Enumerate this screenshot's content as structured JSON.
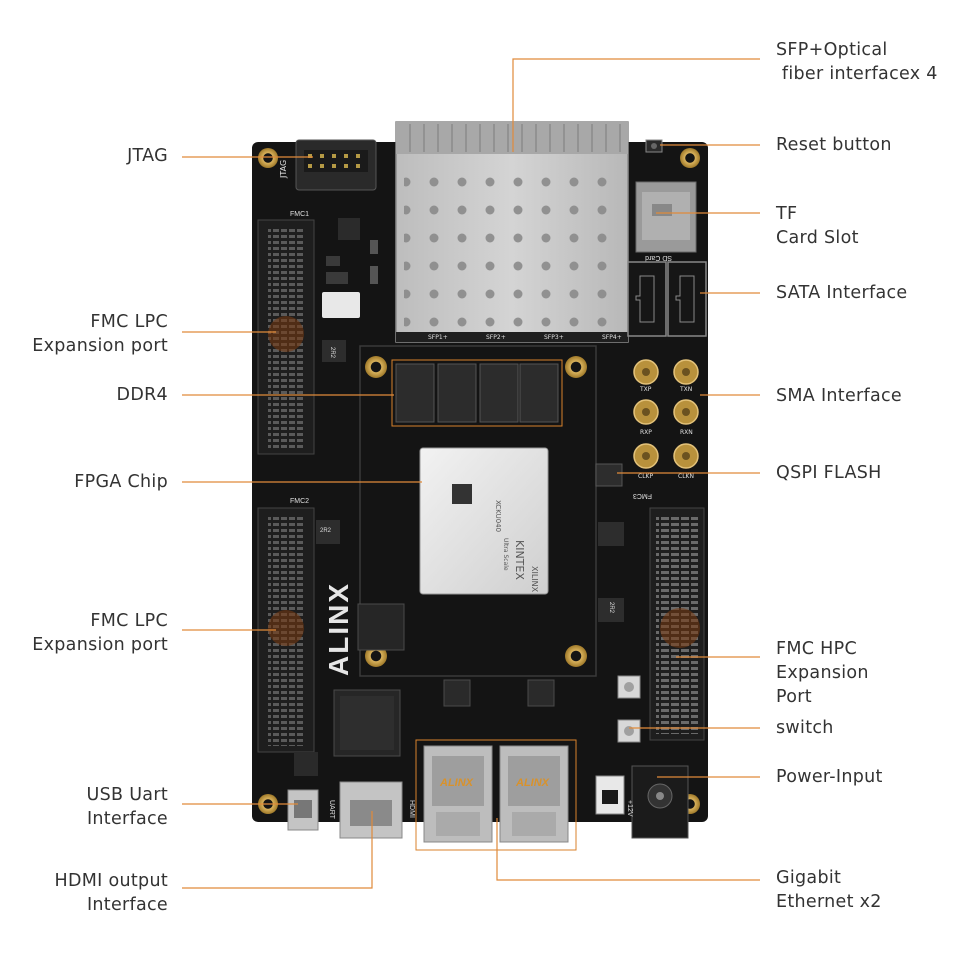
{
  "colors": {
    "leader_line": "#e08a3a",
    "board": "#141414",
    "text": "#333333",
    "gold": "#c9a24a",
    "metal": "#c8c8c8"
  },
  "labels": {
    "sfp": [
      "SFP+Optical",
      " fiber interfacex 4"
    ],
    "jtag": [
      "JTAG"
    ],
    "reset": [
      "Reset button"
    ],
    "tf": [
      "TF",
      "Card Slot"
    ],
    "fmc_lpc_1": [
      "FMC LPC",
      "Expansion port"
    ],
    "sata": [
      "SATA Interface"
    ],
    "ddr4": [
      "DDR4"
    ],
    "sma": [
      "SMA Interface"
    ],
    "fpga": [
      "FPGA Chip"
    ],
    "qspi": [
      "QSPI FLASH"
    ],
    "fmc_lpc_2": [
      "FMC LPC",
      "Expansion port"
    ],
    "fmc_hpc": [
      "FMC HPC",
      "Expansion",
      "Port"
    ],
    "switch": [
      "switch"
    ],
    "power": [
      "Power-Input"
    ],
    "usb_uart": [
      "USB Uart",
      "Interface"
    ],
    "hdmi": [
      "HDMI output",
      "Interface"
    ],
    "ethernet": [
      "Gigabit",
      "Ethernet x2"
    ]
  },
  "board": {
    "brand": "ALINX",
    "fpga_marking": [
      "XILINX",
      "KINTEX",
      "Ultra Scale",
      "XCKU040"
    ],
    "silkscreen": {
      "jtag": "JTAG",
      "fmc1": "FMC1",
      "fmc2": "FMC2",
      "fmc3": "FMC3",
      "sd": "SD Card",
      "hdmi": "HDMI",
      "uart": "UART",
      "sfp1": "SFP1+",
      "sfp2": "SFP2+",
      "sfp3": "SFP3+",
      "sfp4": "SFP4+",
      "txp": "TXP",
      "txn": "TXN",
      "rxp": "RXP",
      "rxn": "RXN",
      "clkp": "CLKP",
      "clkn": "CLKN",
      "v12": "+12V",
      "rj45_brand": "ALINX"
    }
  }
}
